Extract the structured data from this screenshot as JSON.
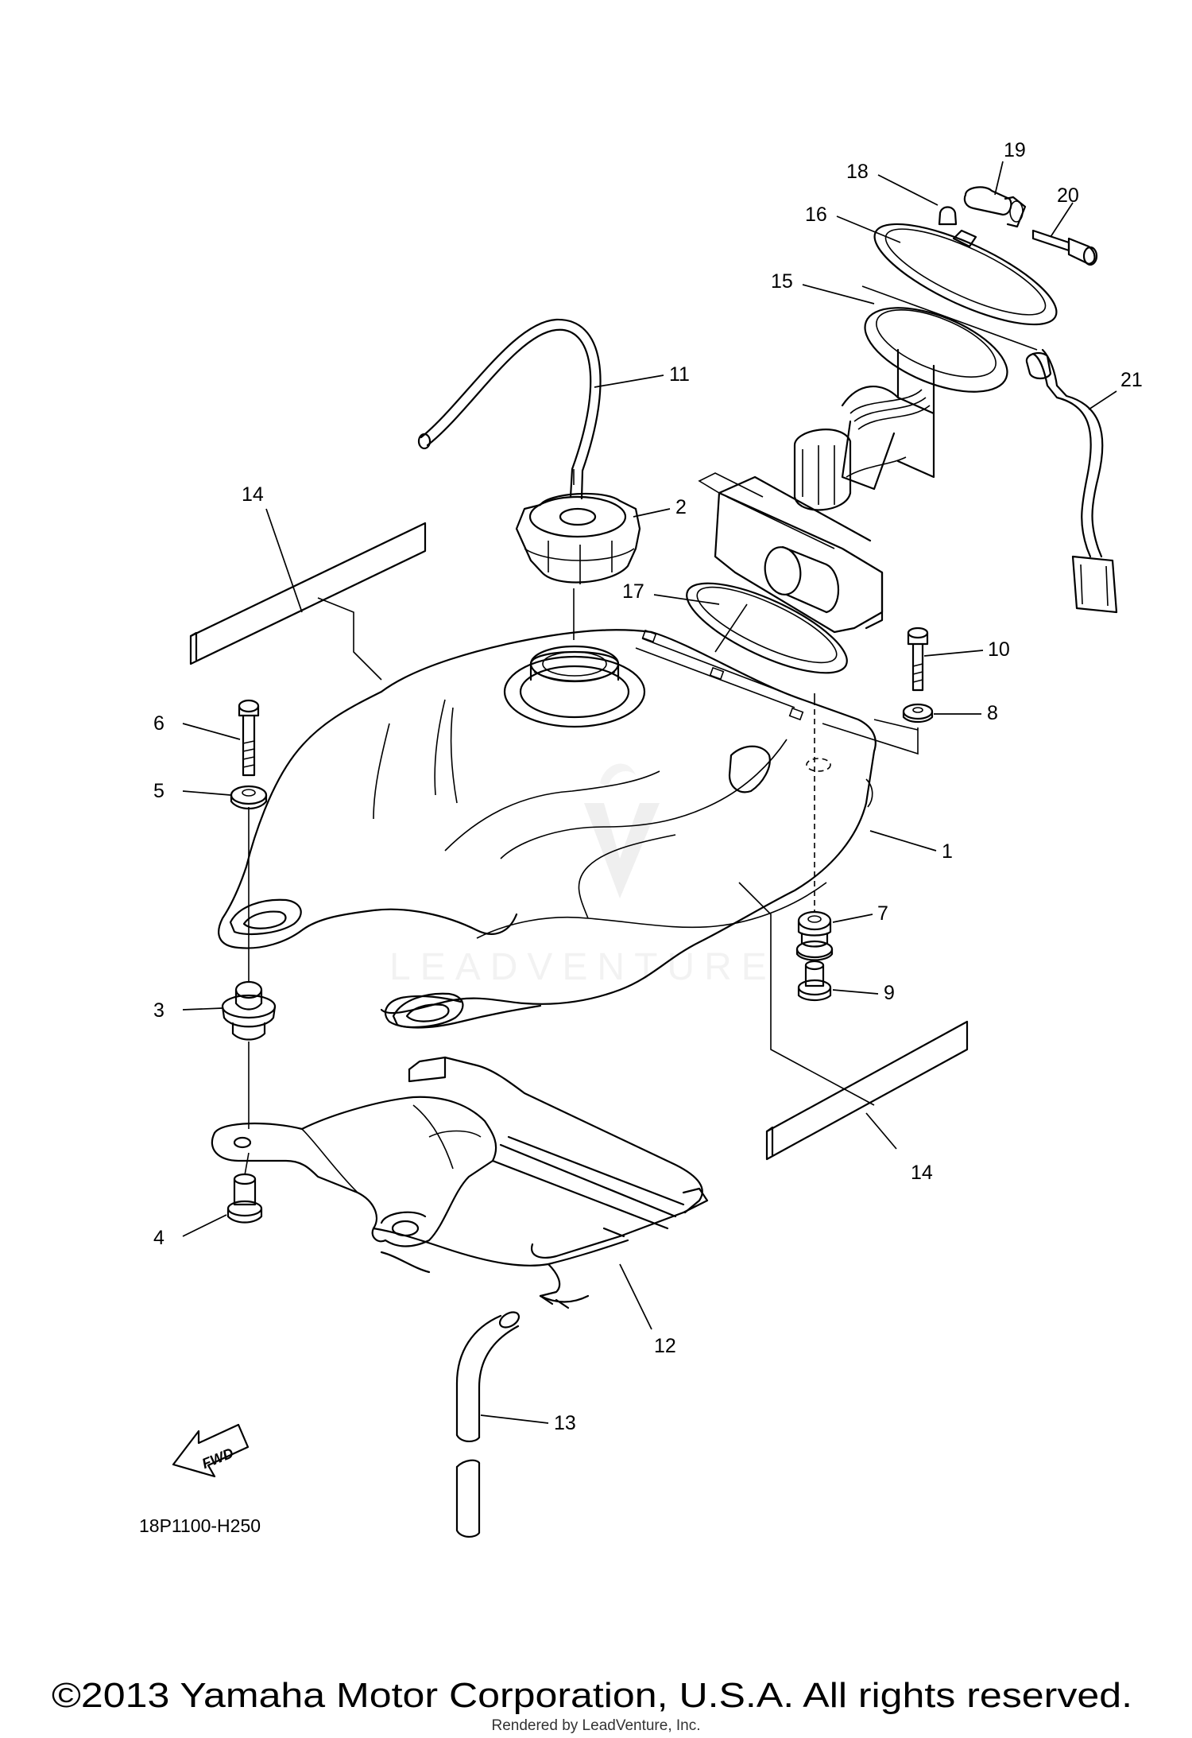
{
  "diagram": {
    "callouts": [
      {
        "id": "c1",
        "label": "1"
      },
      {
        "id": "c2",
        "label": "2"
      },
      {
        "id": "c3",
        "label": "3"
      },
      {
        "id": "c4",
        "label": "4"
      },
      {
        "id": "c5",
        "label": "5"
      },
      {
        "id": "c6",
        "label": "6"
      },
      {
        "id": "c7",
        "label": "7"
      },
      {
        "id": "c8",
        "label": "8"
      },
      {
        "id": "c9",
        "label": "9"
      },
      {
        "id": "c10",
        "label": "10"
      },
      {
        "id": "c11",
        "label": "11"
      },
      {
        "id": "c12",
        "label": "12"
      },
      {
        "id": "c13",
        "label": "13"
      },
      {
        "id": "c14a",
        "label": "14"
      },
      {
        "id": "c14b",
        "label": "14"
      },
      {
        "id": "c15",
        "label": "15"
      },
      {
        "id": "c16",
        "label": "16"
      },
      {
        "id": "c17",
        "label": "17"
      },
      {
        "id": "c18",
        "label": "18"
      },
      {
        "id": "c19",
        "label": "19"
      },
      {
        "id": "c20",
        "label": "20"
      },
      {
        "id": "c21",
        "label": "21"
      }
    ],
    "fwd_label": "FWD",
    "diagram_code": "18P1100-H250",
    "watermark": "LEADVENTURE"
  },
  "footer": {
    "copyright": "©2013 Yamaha Motor Corporation, U.S.A. All rights reserved.",
    "rendered_by": "Rendered by LeadVenture, Inc."
  },
  "colors": {
    "line": "#000000",
    "background": "#ffffff",
    "watermark": "#e6e6e6"
  }
}
